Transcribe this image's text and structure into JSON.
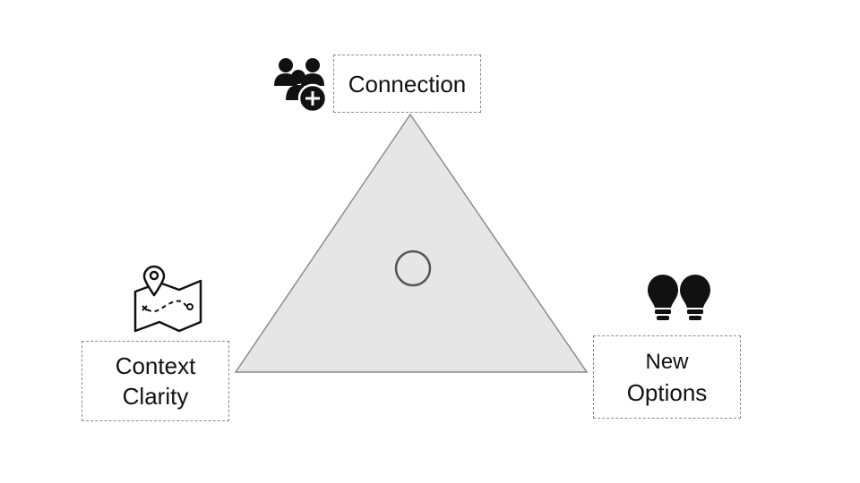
{
  "diagram": {
    "nodes": {
      "connection": {
        "lines": [
          "Connection"
        ],
        "icon": "people-add-icon"
      },
      "context_clarity": {
        "lines": [
          "Context",
          "Clarity"
        ],
        "icon": "map-route-icon"
      },
      "new_options": {
        "lines": [
          "New",
          "Options"
        ],
        "icon": "lightbulbs-icon"
      }
    },
    "colors": {
      "triangle_fill": "#e6e6e6",
      "triangle_stroke": "#8c8c8c",
      "center_circle_stroke": "#555555",
      "box_border": "#8a8a8a",
      "icon": "#111111"
    }
  }
}
